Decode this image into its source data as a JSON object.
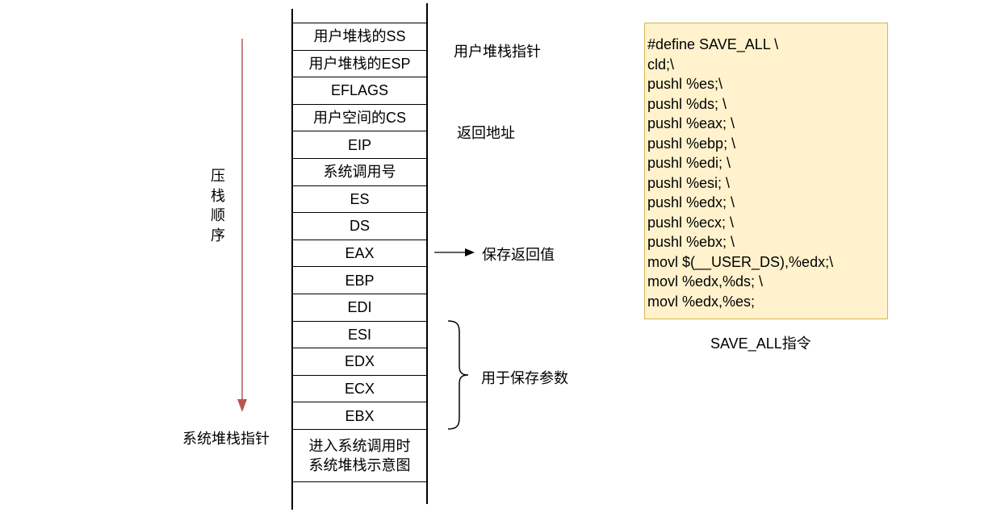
{
  "stack": {
    "cells": [
      {
        "label": "用户堆栈的SS"
      },
      {
        "label": "用户堆栈的ESP"
      },
      {
        "label": "EFLAGS"
      },
      {
        "label": "用户空间的CS"
      },
      {
        "label": "EIP"
      },
      {
        "label": "系统调用号"
      },
      {
        "label": "ES"
      },
      {
        "label": "DS"
      },
      {
        "label": "EAX"
      },
      {
        "label": "EBP"
      },
      {
        "label": "EDI"
      },
      {
        "label": "ESI"
      },
      {
        "label": "EDX"
      },
      {
        "label": "ECX"
      },
      {
        "label": "EBX"
      }
    ],
    "caption_line1": "进入系统调用时",
    "caption_line2": "系统堆栈示意图"
  },
  "annotations": {
    "user_stack_pointer": "用户堆栈指针",
    "return_address": "返回地址",
    "save_return_value": "保存返回值",
    "save_params": "用于保存参数",
    "push_order": [
      "压",
      "栈",
      "顺",
      "序"
    ],
    "system_stack_pointer": "系统堆栈指针"
  },
  "colors": {
    "arrow": "#b85450",
    "code_bg": "#fff2cc",
    "code_border": "#d6b656"
  },
  "code": {
    "lines": [
      "#define SAVE_ALL \\",
      "cld;\\",
      "pushl %es;\\",
      "pushl %ds; \\",
      "pushl %eax; \\",
      "pushl %ebp; \\",
      "pushl %edi; \\",
      "pushl %esi; \\",
      "pushl %edx; \\",
      "pushl %ecx; \\",
      "pushl %ebx; \\",
      "movl $(__USER_DS),%edx;\\",
      "movl %edx,%ds; \\",
      "movl %edx,%es;"
    ],
    "caption": "SAVE_ALL指令"
  }
}
